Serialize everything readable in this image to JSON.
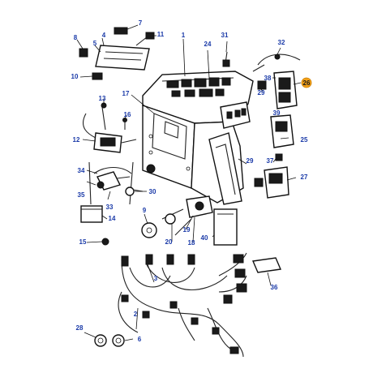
{
  "diagram": {
    "highlight_color": "#f2a019",
    "callout_color": "#1a3aa8",
    "callouts": [
      {
        "id": "c1",
        "text": "1"
      },
      {
        "id": "c2",
        "text": "2"
      },
      {
        "id": "c3",
        "text": "3"
      },
      {
        "id": "c4",
        "text": "4"
      },
      {
        "id": "c5",
        "text": "5"
      },
      {
        "id": "c6",
        "text": "6"
      },
      {
        "id": "c7",
        "text": "7"
      },
      {
        "id": "c8",
        "text": "8"
      },
      {
        "id": "c9",
        "text": "9"
      },
      {
        "id": "c10",
        "text": "10"
      },
      {
        "id": "c11",
        "text": "11"
      },
      {
        "id": "c12",
        "text": "12"
      },
      {
        "id": "c13",
        "text": "13"
      },
      {
        "id": "c14",
        "text": "14"
      },
      {
        "id": "c15",
        "text": "15"
      },
      {
        "id": "c16",
        "text": "16"
      },
      {
        "id": "c17",
        "text": "17"
      },
      {
        "id": "c18",
        "text": "18"
      },
      {
        "id": "c19",
        "text": "19"
      },
      {
        "id": "c20",
        "text": "20"
      },
      {
        "id": "c24",
        "text": "24"
      },
      {
        "id": "c25",
        "text": "25"
      },
      {
        "id": "c26",
        "text": "26"
      },
      {
        "id": "c27",
        "text": "27"
      },
      {
        "id": "c28",
        "text": "28"
      },
      {
        "id": "c29a",
        "text": "29"
      },
      {
        "id": "c29b",
        "text": "29"
      },
      {
        "id": "c30",
        "text": "30"
      },
      {
        "id": "c31",
        "text": "31"
      },
      {
        "id": "c32",
        "text": "32"
      },
      {
        "id": "c33",
        "text": "33"
      },
      {
        "id": "c34",
        "text": "34"
      },
      {
        "id": "c35",
        "text": "35"
      },
      {
        "id": "c36",
        "text": "36"
      },
      {
        "id": "c37",
        "text": "37"
      },
      {
        "id": "c38",
        "text": "38"
      },
      {
        "id": "c39",
        "text": "39"
      },
      {
        "id": "c40",
        "text": "40"
      }
    ]
  }
}
